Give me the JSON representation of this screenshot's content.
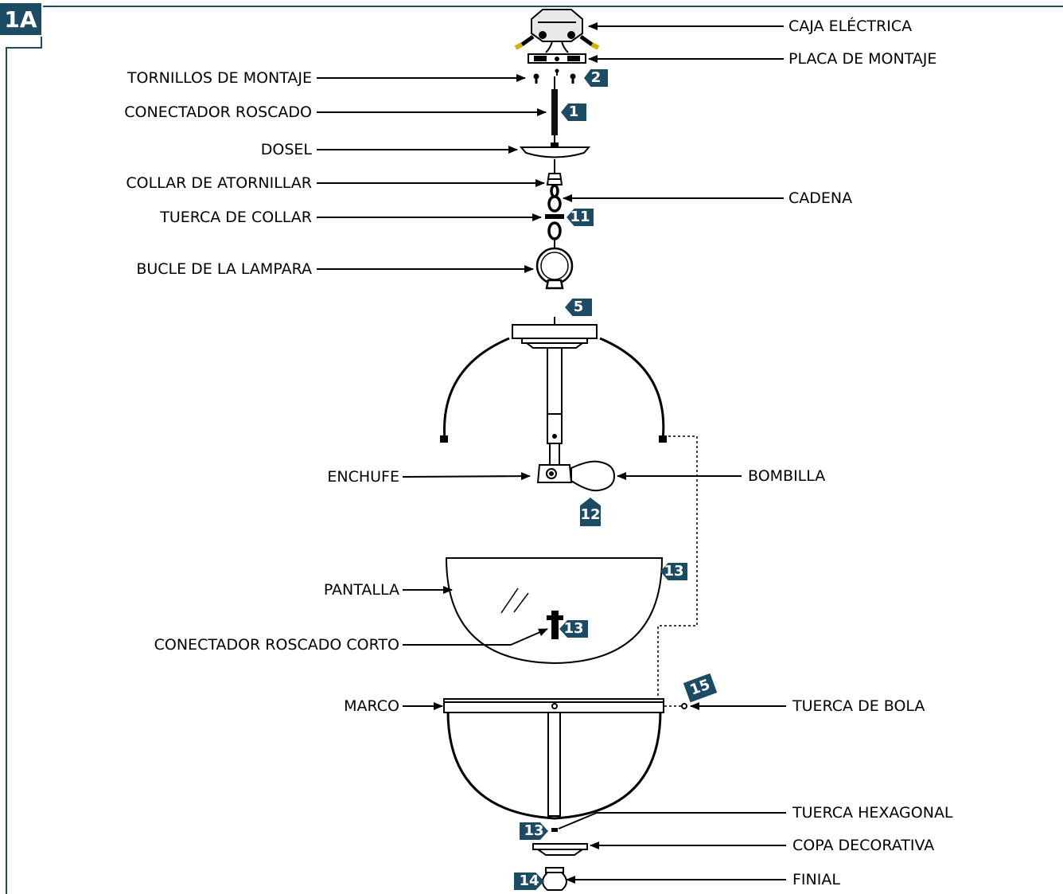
{
  "figure_label": "1A",
  "colors": {
    "badge": "#1c4c63",
    "line": "#000000",
    "frame": "#1c4c63"
  },
  "labels": {
    "caja_electrica": "CAJA ELÉCTRICA",
    "placa_de_montaje": "PLACA DE MONTAJE",
    "tornillos_de_montaje": "TORNILLOS DE MONTAJE",
    "conectador_roscado": "CONECTADOR ROSCADO",
    "dosel": "DOSEL",
    "collar_de_atornillar": "COLLAR DE ATORNILLAR",
    "cadena": "CADENA",
    "tuerca_de_collar": "TUERCA DE COLLAR",
    "bucle_de_la_lampara": "BUCLE DE LA LAMPARA",
    "enchufe": "ENCHUFE",
    "bombilla": "BOMBILLA",
    "pantalla": "PANTALLA",
    "conectador_roscado_corto": "CONECTADOR ROSCADO CORTO",
    "marco": "MARCO",
    "tuerca_de_bola": "TUERCA DE BOLA",
    "tuerca_hexagonal": "TUERCA HEXAGONAL",
    "copa_decorativa": "COPA DECORATIVA",
    "finial": "FINIAL"
  },
  "step_badges": {
    "b2": "2",
    "b1": "1",
    "b11": "11",
    "b5": "5",
    "b12": "12",
    "b13a": "13",
    "b13b": "13",
    "b15": "15",
    "b13c": "13",
    "b14": "14"
  }
}
